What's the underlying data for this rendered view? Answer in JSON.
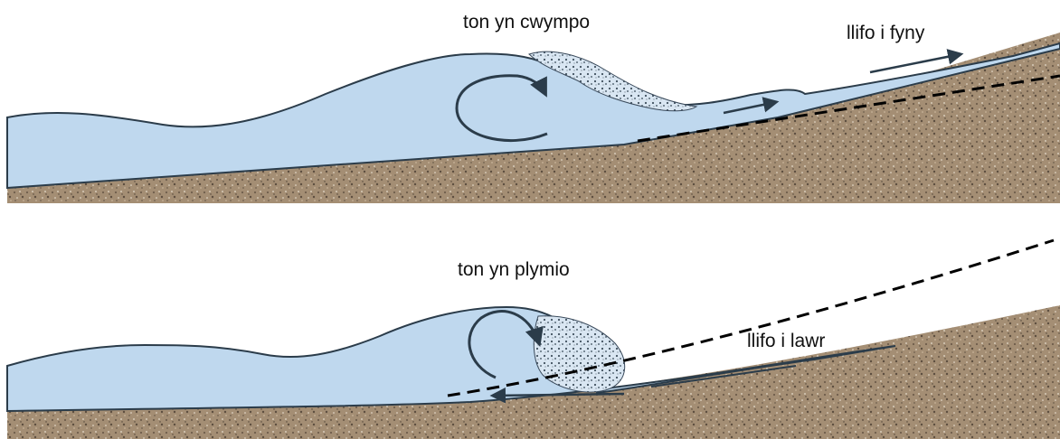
{
  "panels": [
    {
      "id": "top",
      "labels": {
        "wave": "ton yn cwympo",
        "flow": "llifo i fyny"
      }
    },
    {
      "id": "bottom",
      "labels": {
        "wave": "ton yn plymio",
        "flow": "llifo i lawr"
      }
    }
  ],
  "colors": {
    "water": "#bfd8ee",
    "water_outline": "#2b3c4a",
    "sand": "#a48e74",
    "sand_dark": "#6f5d4b",
    "sand_light": "#e6dccd",
    "dashed_line": "#000000",
    "arrow": "#2b3c4a"
  }
}
